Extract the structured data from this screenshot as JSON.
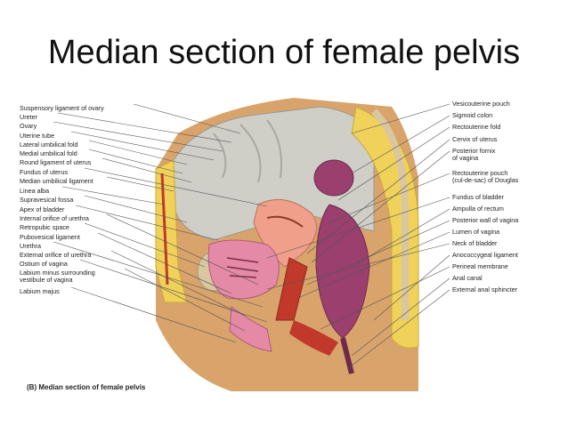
{
  "title": "Median section of female pelvis",
  "caption": "(B) Median section of female pelvis",
  "left_labels": [
    "Suspensory ligament of ovary",
    "Ureter",
    "Ovary",
    "Uterine tube",
    "Lateral umbilical fold",
    "Medial umbilical fold",
    "Round ligament of uterus",
    "Fundus of uterus",
    "Median umbilical ligament",
    "Linea alba",
    "Supravesical fossa",
    "Apex of bladder",
    "Internal orifice of urethra",
    "Retropubic space",
    "Pubovesical ligament",
    "Urethra",
    "External orifice of urethra",
    "Ostium of vagina",
    "Labium minus surrounding",
    "vestibule of vagina",
    "Labium majus"
  ],
  "right_labels": [
    "Vesicouterine pouch",
    "Sigmoid colon",
    "Rectouterine fold",
    "Cervix of uterus",
    "Posterior fornix",
    "of vagina",
    "Rectouterine pouch",
    "(cul-de-sac) of Douglas",
    "Fundus of bladder",
    "Ampulla of rectum",
    "Posterior wall of vagina",
    "Lumen of vagina",
    "Neck of bladder",
    "Anococcygeal ligament",
    "Perineal membrane",
    "Anal canal",
    "External anal sphincter"
  ],
  "colors": {
    "skin": "#d9a46b",
    "fat": "#f0d25a",
    "peritoneum_gray": "#c9c9c2",
    "uterus": "#f0a08a",
    "bladder": "#e58aa6",
    "rectum": "#9a3f6e",
    "muscle": "#c0392b",
    "bone": "#d8c7a0"
  }
}
